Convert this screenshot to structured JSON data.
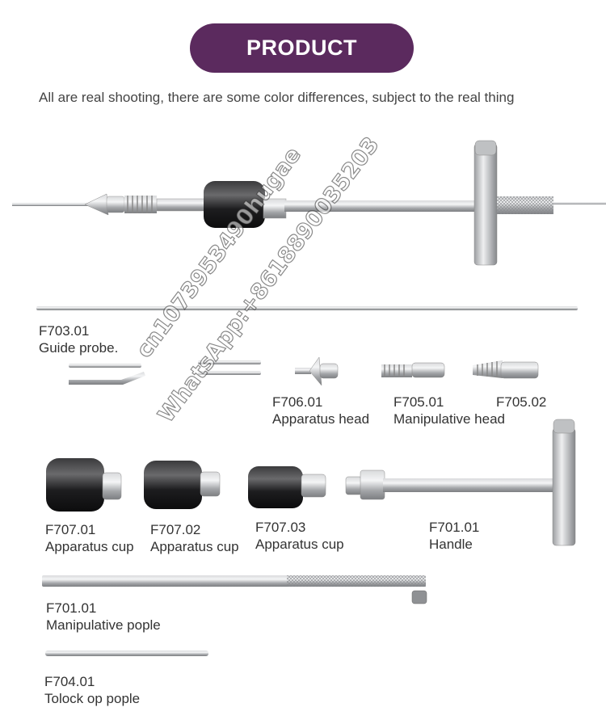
{
  "banner": {
    "label": "PRODUCT",
    "color": "#5b2a5e"
  },
  "note": "All are real shooting, there are some color differences, subject to the real thing",
  "watermarks": [
    "cn1073953490hugae",
    "WhatsApp:+8618890035203"
  ],
  "parts": [
    {
      "code": "F703.01",
      "name": "Guide probe."
    },
    {
      "code": "F706.01",
      "name": "Apparatus head"
    },
    {
      "code": "F705.01",
      "name": "Manipulative head"
    },
    {
      "code": "F705.02",
      "name": ""
    },
    {
      "code": "F707.01",
      "name": "Apparatus cup"
    },
    {
      "code": "F707.02",
      "name": "Apparatus cup"
    },
    {
      "code": "F707.03",
      "name": "Apparatus cup"
    },
    {
      "code": "F701.01",
      "name": "Handle"
    },
    {
      "code": "F701.01",
      "name": "Manipulative pople"
    },
    {
      "code": "F704.01",
      "name": "Tolock op pople"
    }
  ]
}
